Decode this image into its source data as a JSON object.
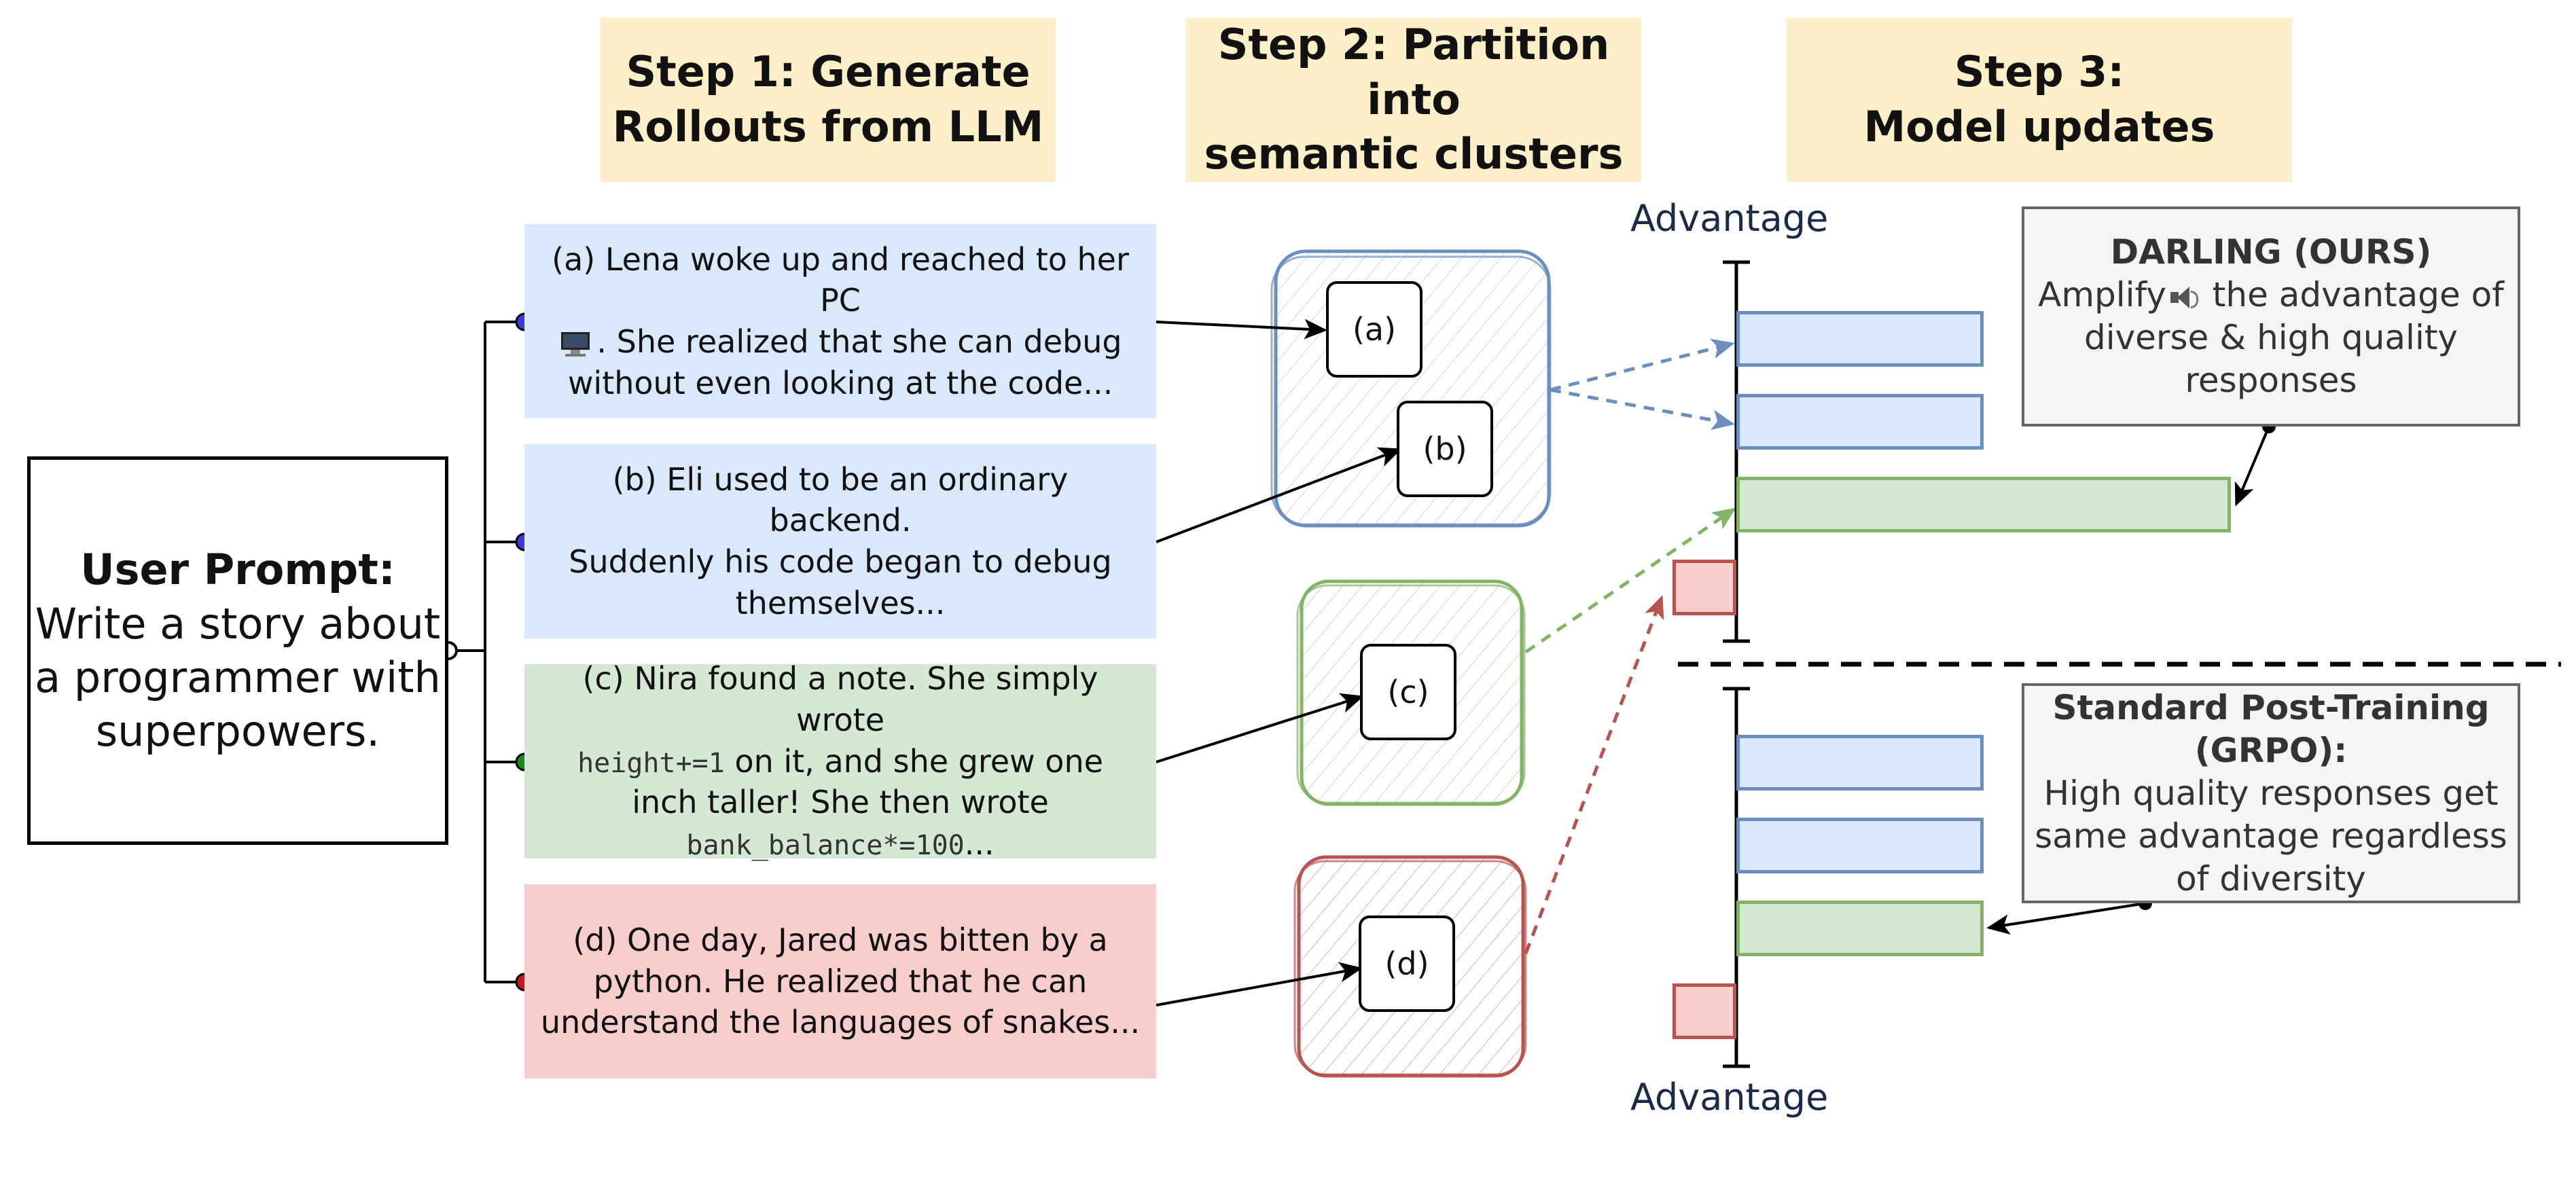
{
  "steps": {
    "step1": [
      "Step 1: Generate",
      "Rollouts from LLM"
    ],
    "step2": [
      "Step 2: Partition into",
      "semantic clusters"
    ],
    "step3": [
      "Step 3:",
      "Model updates"
    ]
  },
  "prompt": {
    "title": "User Prompt:",
    "lines": [
      "Write a story about",
      "a programmer with",
      "superpowers."
    ]
  },
  "rollouts": {
    "a": {
      "lines": [
        "(a) Lena woke up and reached to her PC",
        ". She realized that she can debug",
        "without even looking at the code..."
      ],
      "icon": "computer-icon"
    },
    "b": {
      "lines": [
        "(b) Eli used to be an ordinary backend.",
        "Suddenly his code began to debug",
        "themselves..."
      ]
    },
    "c": {
      "line1": "(c) Nira found a note. She simply wrote",
      "code1": "height+=1",
      "line2_rest": " on it, and she grew one",
      "line3": "inch taller! She then wrote",
      "code2": "bank_balance*=100",
      "tail": "..."
    },
    "d": {
      "lines": [
        "(d) One day, Jared was bitten by a",
        "python. He realized that he can",
        "understand the languages of snakes..."
      ]
    }
  },
  "clusters": {
    "a": "(a)",
    "b": "(b)",
    "c": "(c)",
    "d": "(d)"
  },
  "axis": {
    "top_label": "Advantage",
    "bottom_label": "Advantage"
  },
  "callouts": {
    "darling": {
      "title": "DARLING (OURS)",
      "line1_pre": "Amplify",
      "icon": "speaker-icon",
      "line1_post": " the advantage of",
      "line2": "diverse & high quality",
      "line3": "responses"
    },
    "grpo": {
      "title1": "Standard Post-Training",
      "title2": "(GRPO):",
      "line1": "High quality responses get",
      "line2": "same advantage regardless",
      "line3": "of diversity"
    }
  },
  "colors": {
    "blue": "#6c8ebf",
    "green": "#82b366",
    "red": "#b85450",
    "step_bg": "#fdf0c8",
    "dot_blue": "#3a3adb",
    "dot_green": "#1d8a1d",
    "dot_red": "#c41a1a"
  }
}
